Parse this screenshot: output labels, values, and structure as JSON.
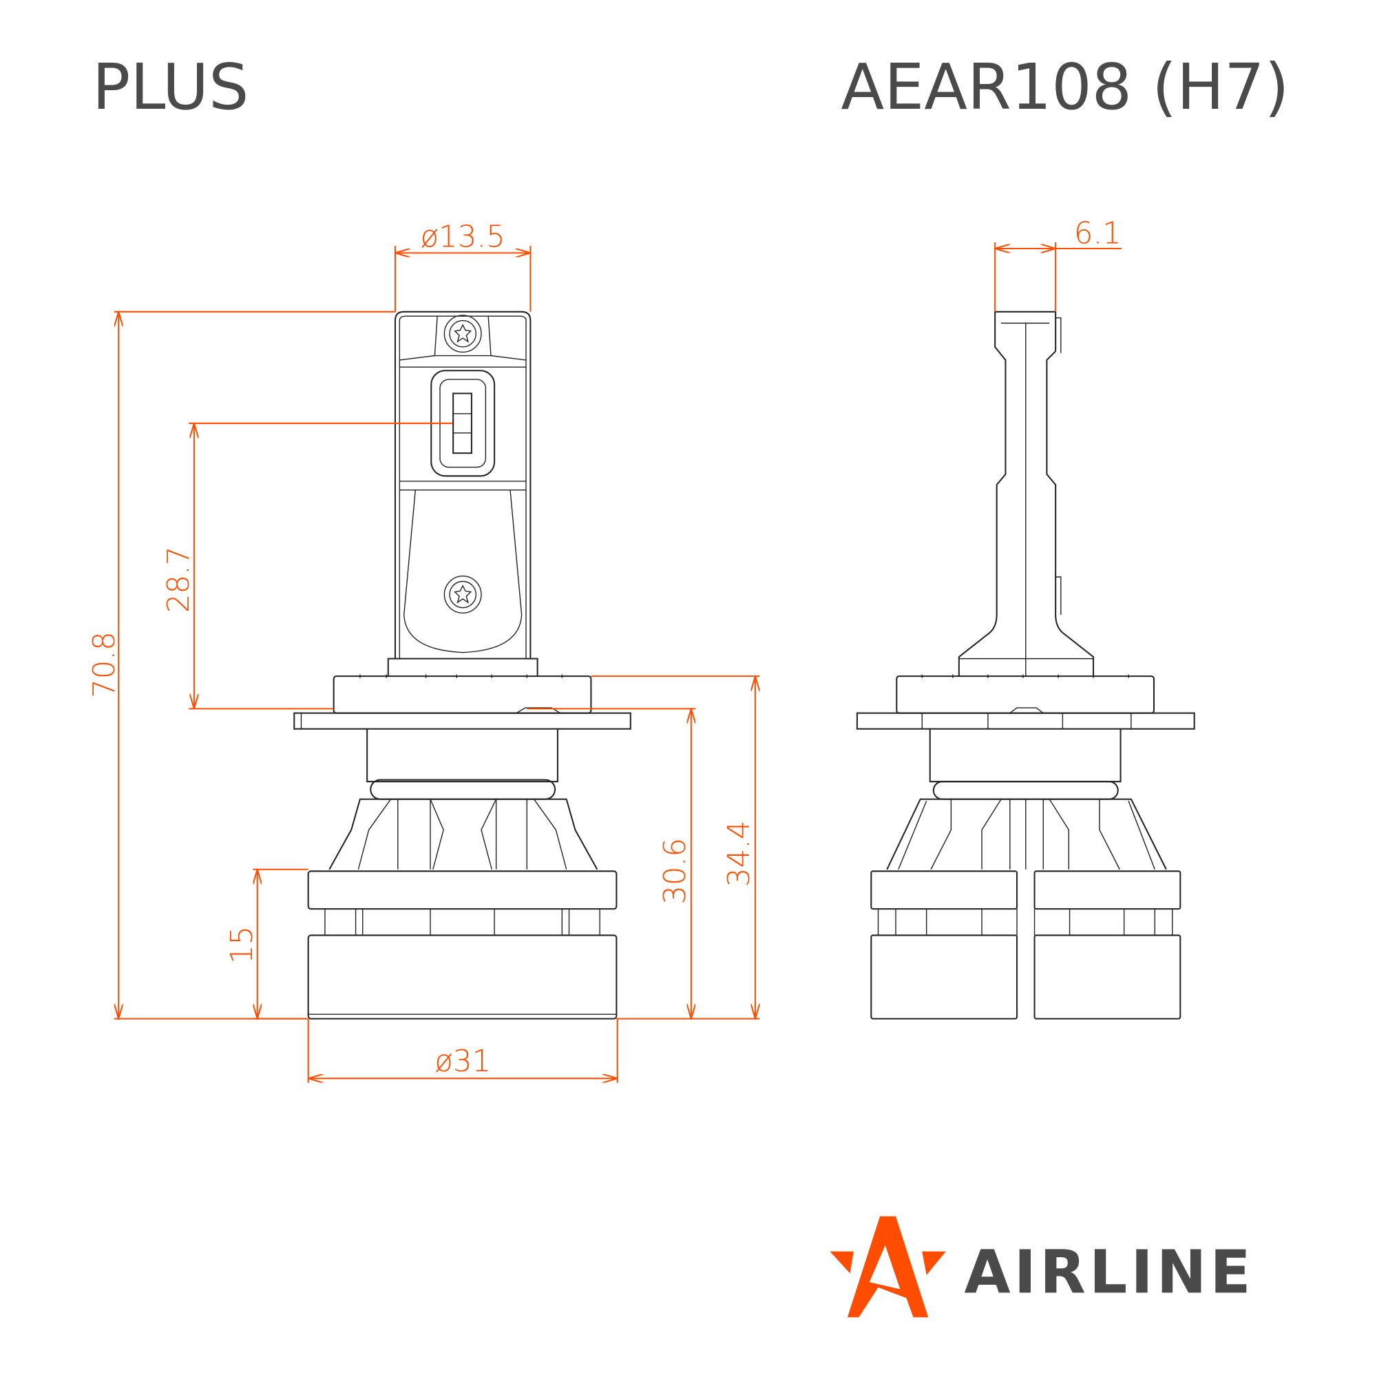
{
  "header": {
    "series": "PLUS",
    "model": "AEAR108 (H7)"
  },
  "dimensions": {
    "head_diameter": "ø13.5",
    "led_height": "28.7",
    "total_height": "70.8",
    "base_ring_height": "15",
    "base_diameter": "ø31",
    "flange_to_bottom": "30.6",
    "ring_to_bottom": "34.4",
    "head_thickness": "6.1"
  },
  "logo": {
    "text": "AIRLINE"
  },
  "colors": {
    "dimension": "#ff4d00",
    "text": "#4a4a4a",
    "outline": "#222222"
  }
}
